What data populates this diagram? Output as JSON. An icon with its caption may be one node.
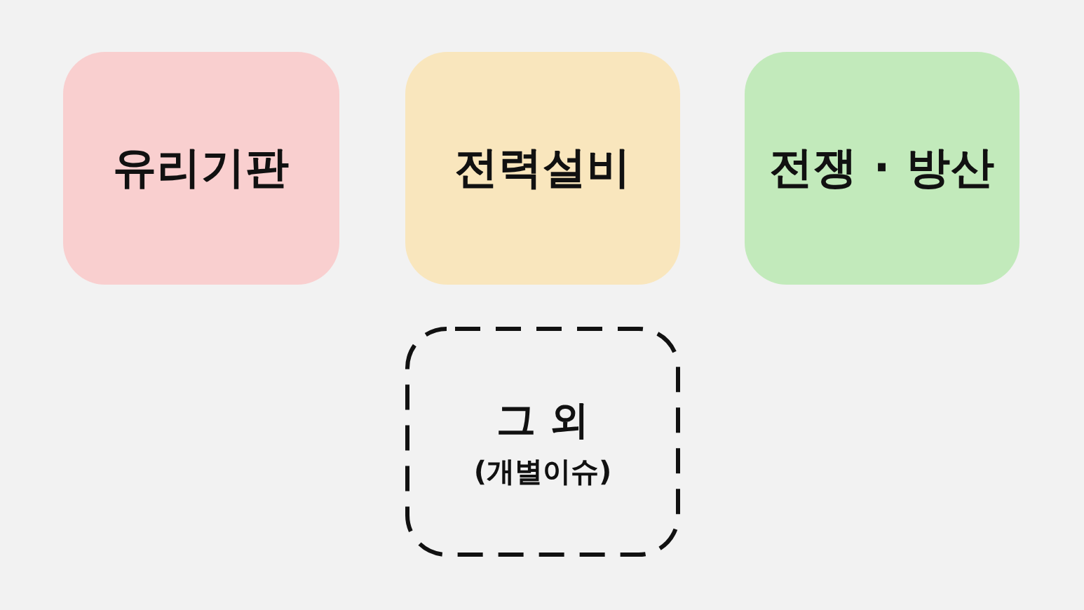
{
  "diagram": {
    "nodes": [
      {
        "text": [
          "유리기판"
        ]
      },
      {
        "text": [
          "전력설비"
        ]
      },
      {
        "text": [
          "전쟁 · 방산"
        ]
      },
      {
        "text": [
          "그 외",
          "(개별이슈)"
        ]
      }
    ]
  }
}
